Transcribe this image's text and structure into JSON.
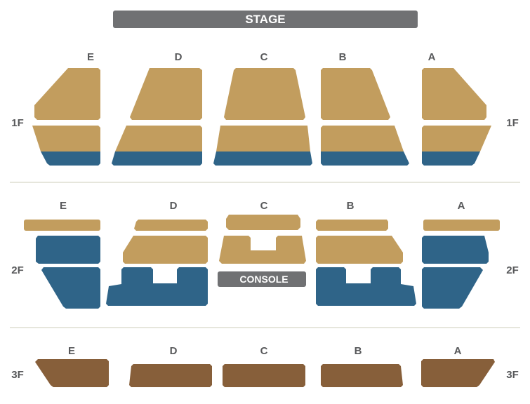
{
  "stage_label": "STAGE",
  "console_label": "CONSOLE",
  "colors": {
    "bar": "#707173",
    "floor1_tan": "#c29d5e",
    "floor1_blue": "#2f6488",
    "floor2_tan": "#c29d5e",
    "floor2_blue": "#2f6488",
    "floor3_brown": "#875f3a",
    "divider": "#e6e6dc",
    "label": "#58595b"
  },
  "floors": [
    {
      "id": "1f",
      "label": "1F",
      "sections": [
        "E",
        "D",
        "C",
        "B",
        "A"
      ]
    },
    {
      "id": "2f",
      "label": "2F",
      "sections": [
        "E",
        "D",
        "C",
        "B",
        "A"
      ]
    },
    {
      "id": "3f",
      "label": "3F",
      "sections": [
        "E",
        "D",
        "C",
        "B",
        "A"
      ]
    }
  ]
}
